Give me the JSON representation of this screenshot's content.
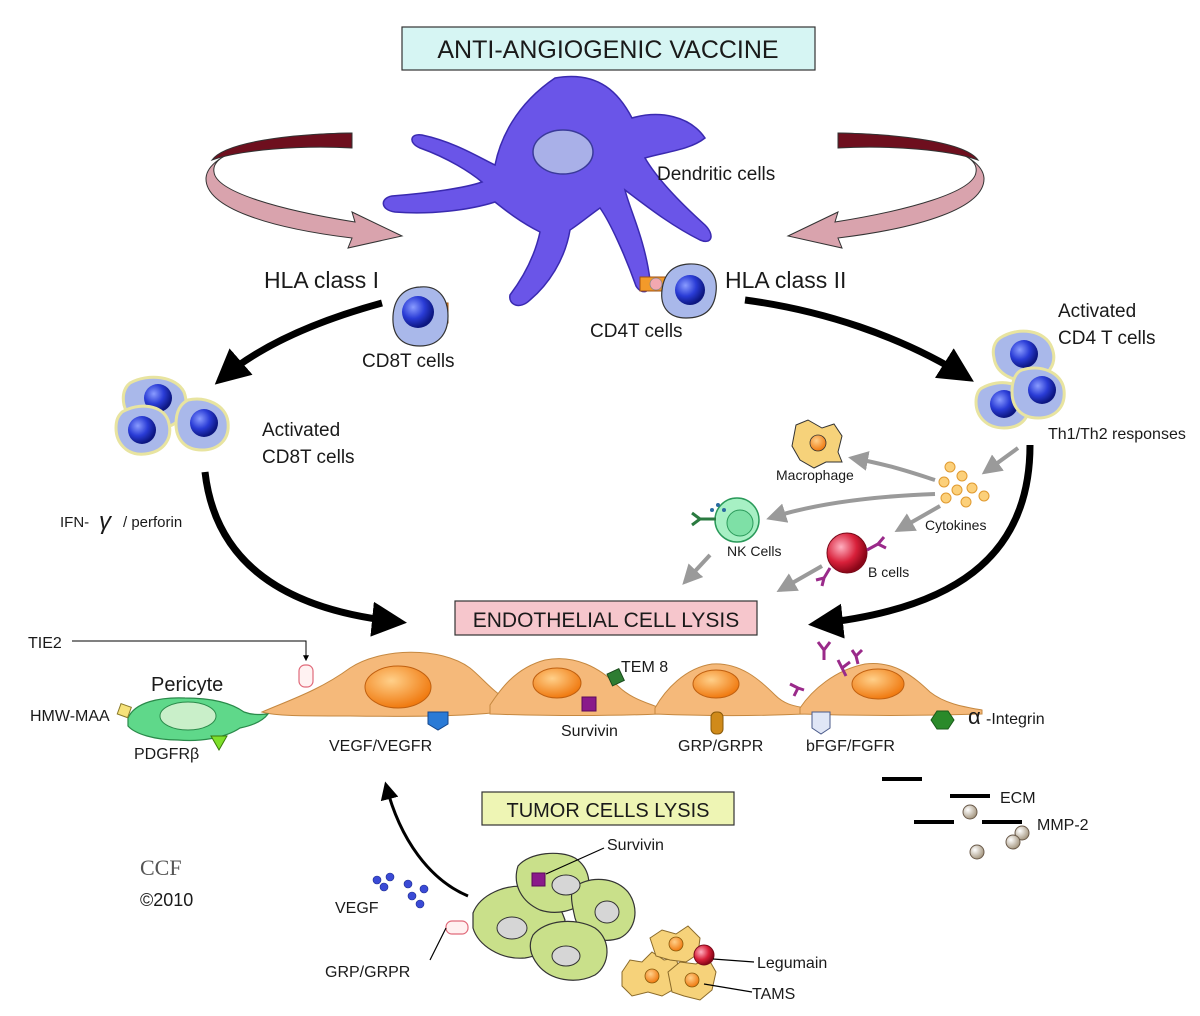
{
  "banners": {
    "vaccine": "ANTI-ANGIOGENIC VACCINE",
    "endothelial_lysis": "ENDOTHELIAL CELL LYSIS",
    "tumor_lysis": "TUMOR CELLS LYSIS"
  },
  "labels": {
    "dendritic": "Dendritic cells",
    "hla1": "HLA class I",
    "hla2": "HLA class II",
    "cd8t": "CD8T cells",
    "cd4t": "CD4T cells",
    "act_cd8_1": "Activated",
    "act_cd8_2": "CD8T cells",
    "act_cd4_1": "Activated",
    "act_cd4_2": "CD4 T cells",
    "th": "Th1/Th2 responses",
    "macrophage": "Macrophage",
    "cytokines": "Cytokines",
    "nk": "NK Cells",
    "bcells": "B cells",
    "ifn_prefix": "IFN-",
    "ifn_gamma": "γ",
    "ifn_suffix": "/ perforin",
    "tie2": "TIE2",
    "tem8": "TEM 8",
    "pericyte": "Pericyte",
    "hmw": "HMW-MAA",
    "pdgfr": "PDGFRβ",
    "vegf_vegfr": "VEGF/VEGFR",
    "survivin_endo": "Survivin",
    "grp_grpr_endo": "GRP/GRPR",
    "bfgf": "bFGF/FGFR",
    "alpha": "α",
    "integrin": "-Integrin",
    "ecm": "ECM",
    "mmp2": "MMP-2",
    "survivin_tumor": "Survivin",
    "vegf": "VEGF",
    "grp_grpr_tumor": "GRP/GRPR",
    "legumain": "Legumain",
    "tams": "TAMS",
    "ccf": "CCF",
    "copyright": "©2010"
  },
  "colors": {
    "vaccine_box": "#d6f5f3",
    "lysis_box": "#f6c6cc",
    "tumor_box": "#eef5b4",
    "dendritic": "#6a55e8",
    "endothelial": "#f5b97a",
    "tcell": "#a9b8ea",
    "tumor_cell": "#c9e08a",
    "pericyte": "#5fd88a",
    "arrow_dark": "#6e0f1e",
    "arrow_light": "#d9a3ad"
  }
}
